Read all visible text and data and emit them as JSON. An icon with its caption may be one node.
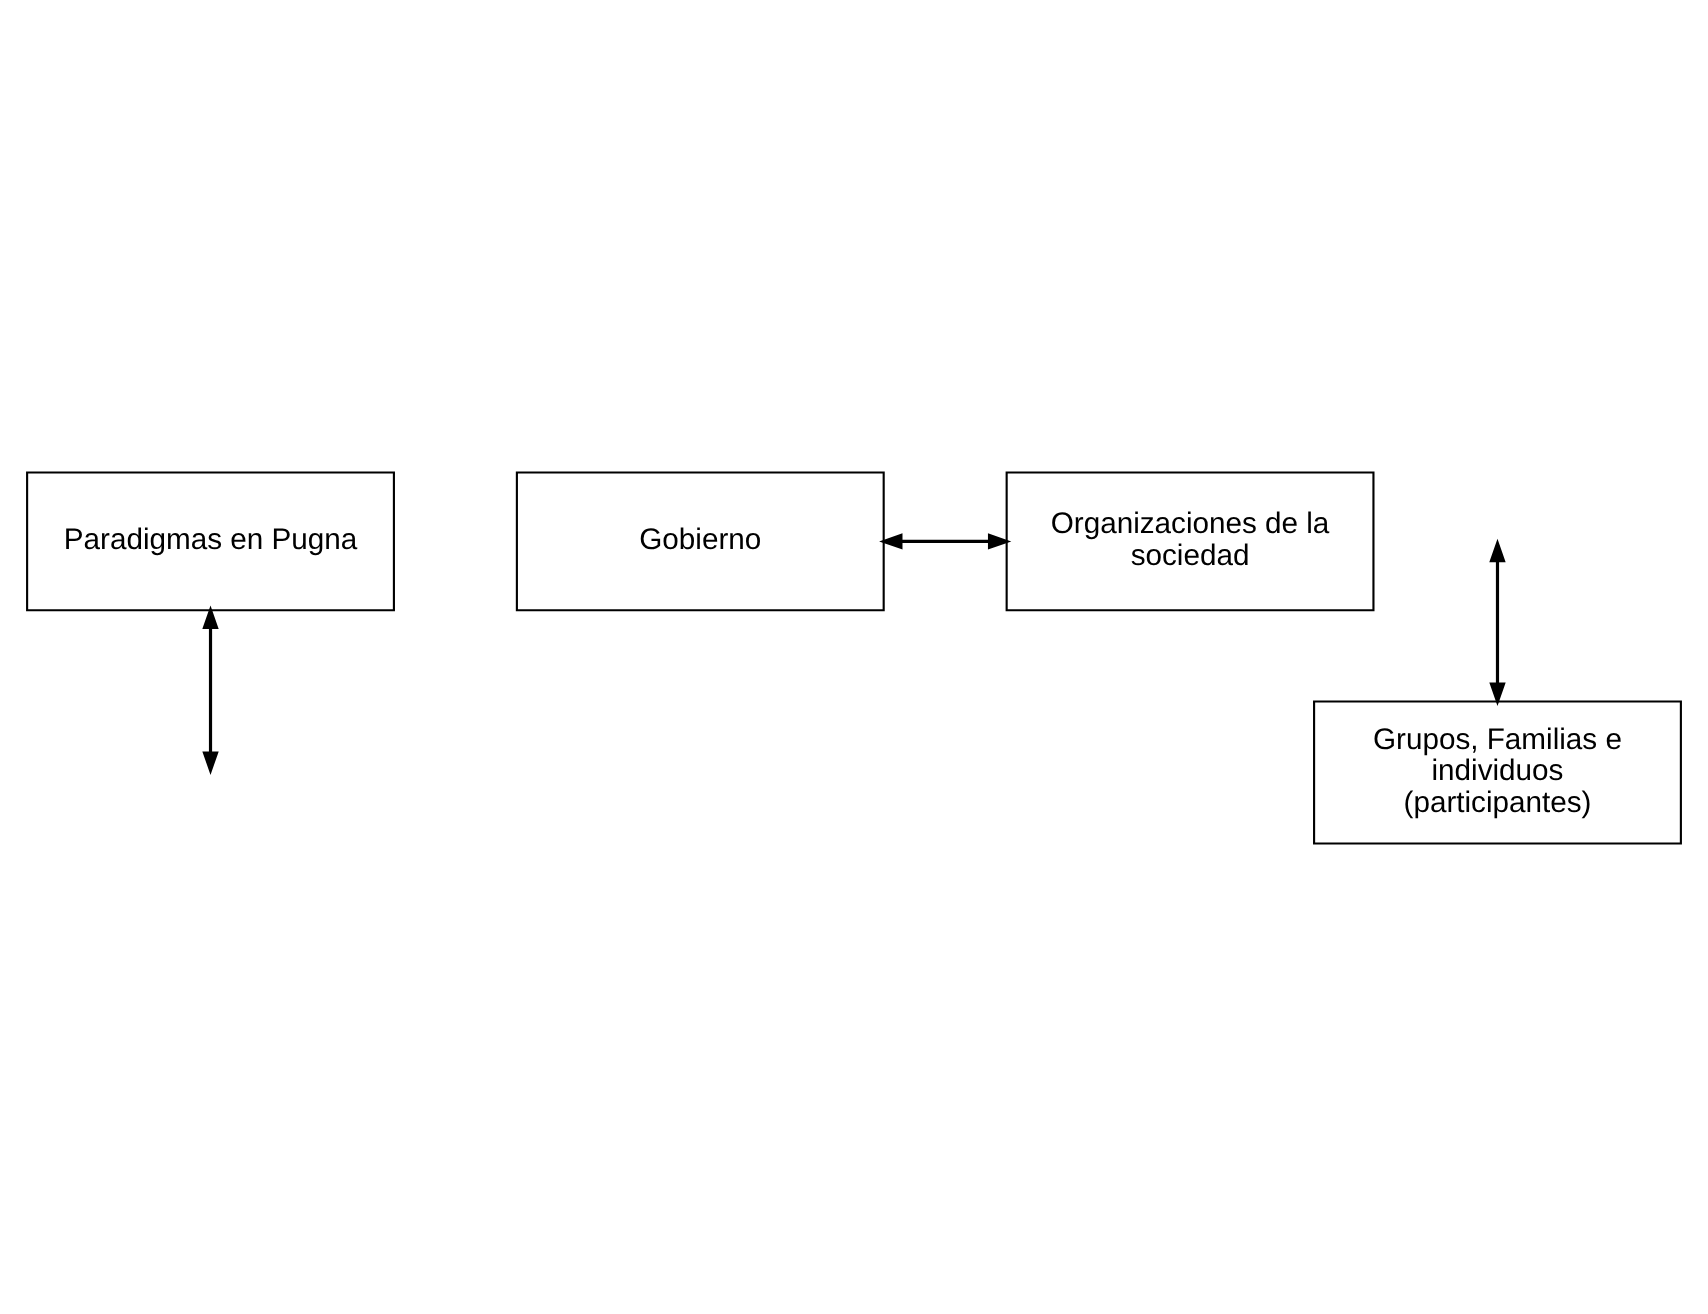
{
  "diagram": {
    "nodes": [
      {
        "text": [
          "Paradigmas en Pugna"
        ]
      },
      {
        "text": [
          "Gobierno"
        ]
      },
      {
        "text": [
          "Organizaciones de la sociedad"
        ]
      },
      {
        "text": [
          "Grupos, Familias e individuos (participantes)"
        ]
      }
    ],
    "edges": [
      {
        "from": 0,
        "to": null,
        "arrow": "both"
      },
      {
        "from": 1,
        "to": 2,
        "arrow": "both"
      },
      {
        "from": null,
        "to": 3,
        "arrow": "both"
      }
    ]
  }
}
